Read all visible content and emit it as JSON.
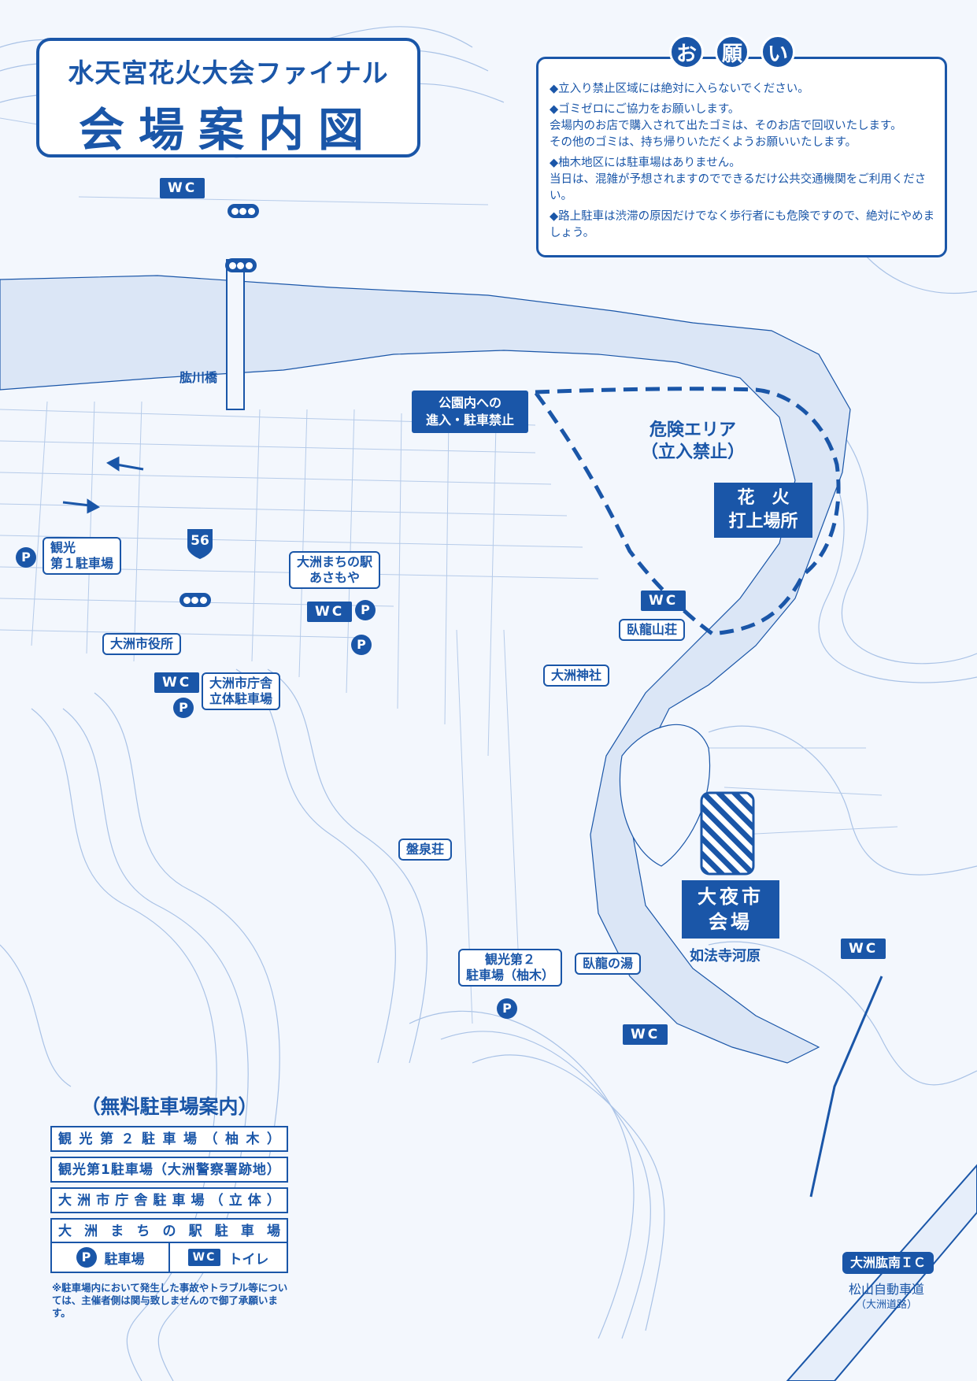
{
  "title": {
    "line1": "水天宮花火大会ファイナル",
    "line2": "会場案内図"
  },
  "notice": {
    "title_chars": [
      "お",
      "願",
      "い"
    ],
    "items": [
      "◆立入り禁止区域には絶対に入らないでください。",
      "◆ゴミゼロにご協力をお願いします。\n会場内のお店で購入されて出たゴミは、そのお店で回収いたします。\nその他のゴミは、持ち帰りいただくようお願いいたします。",
      "◆柚木地区には駐車場はありません。\n当日は、混雑が予想されますのでできるだけ公共交通機関をご利用ください。",
      "◆路上駐車は渋滞の原因だけでなく歩行者にも危険ですので、絶対にやめましょう。"
    ]
  },
  "map": {
    "bridge_label": "肱川橋",
    "route_number": "56",
    "no_entry_label": "公園内への\n進入・駐車禁止",
    "danger_area": "危険エリア\n（立入禁止）",
    "fireworks": "花　火\n打上場所",
    "market": "大夜市\n会場",
    "market_sub": "如法寺河原",
    "wc": "WC",
    "parking_mark": "P",
    "places": {
      "kanko1": "観光\n第１駐車場",
      "machinoeki": "大洲まちの駅\nあさもや",
      "shiyakusho": "大洲市役所",
      "chosha": "大洲市庁舎\n立体駐車場",
      "garyusanso": "臥龍山荘",
      "ozujinja": "大洲神社",
      "bansenso": "盤泉荘",
      "kanko2": "観光第２\n駐車場（柚木）",
      "garyunoyu": "臥龍の湯",
      "ic": "大洲肱南ＩＣ"
    },
    "road_note": {
      "main": "松山自動車道",
      "sub": "（大洲道路）"
    }
  },
  "parking_guide": {
    "title": "（無料駐車場案内）",
    "rows": [
      [
        "観",
        "光",
        "第",
        "２",
        "駐",
        "車",
        "場",
        "（",
        "柚",
        "木",
        "）"
      ],
      [
        "観",
        "光",
        "第",
        "1",
        "駐",
        "車",
        "場",
        "（",
        "大",
        "洲",
        "警",
        "察",
        "署",
        "跡",
        "地",
        "）"
      ],
      [
        "大",
        "洲",
        "市",
        "庁",
        "舎",
        "駐",
        "車",
        "場",
        "（",
        "立",
        "体",
        "）"
      ],
      [
        "大",
        "洲",
        "ま",
        "ち",
        "の",
        "駅",
        "駐",
        "車",
        "場"
      ]
    ]
  },
  "legend": {
    "parking": "駐車場",
    "toilet": "トイレ"
  },
  "disclaimer": "※駐車場内において発生した事故やトラブル等については、主催者側は関与致しませんので御了承願います。",
  "colors": {
    "brand": "#1a56a8",
    "river": "#dbe6f6",
    "background": "#f3f7fd"
  }
}
